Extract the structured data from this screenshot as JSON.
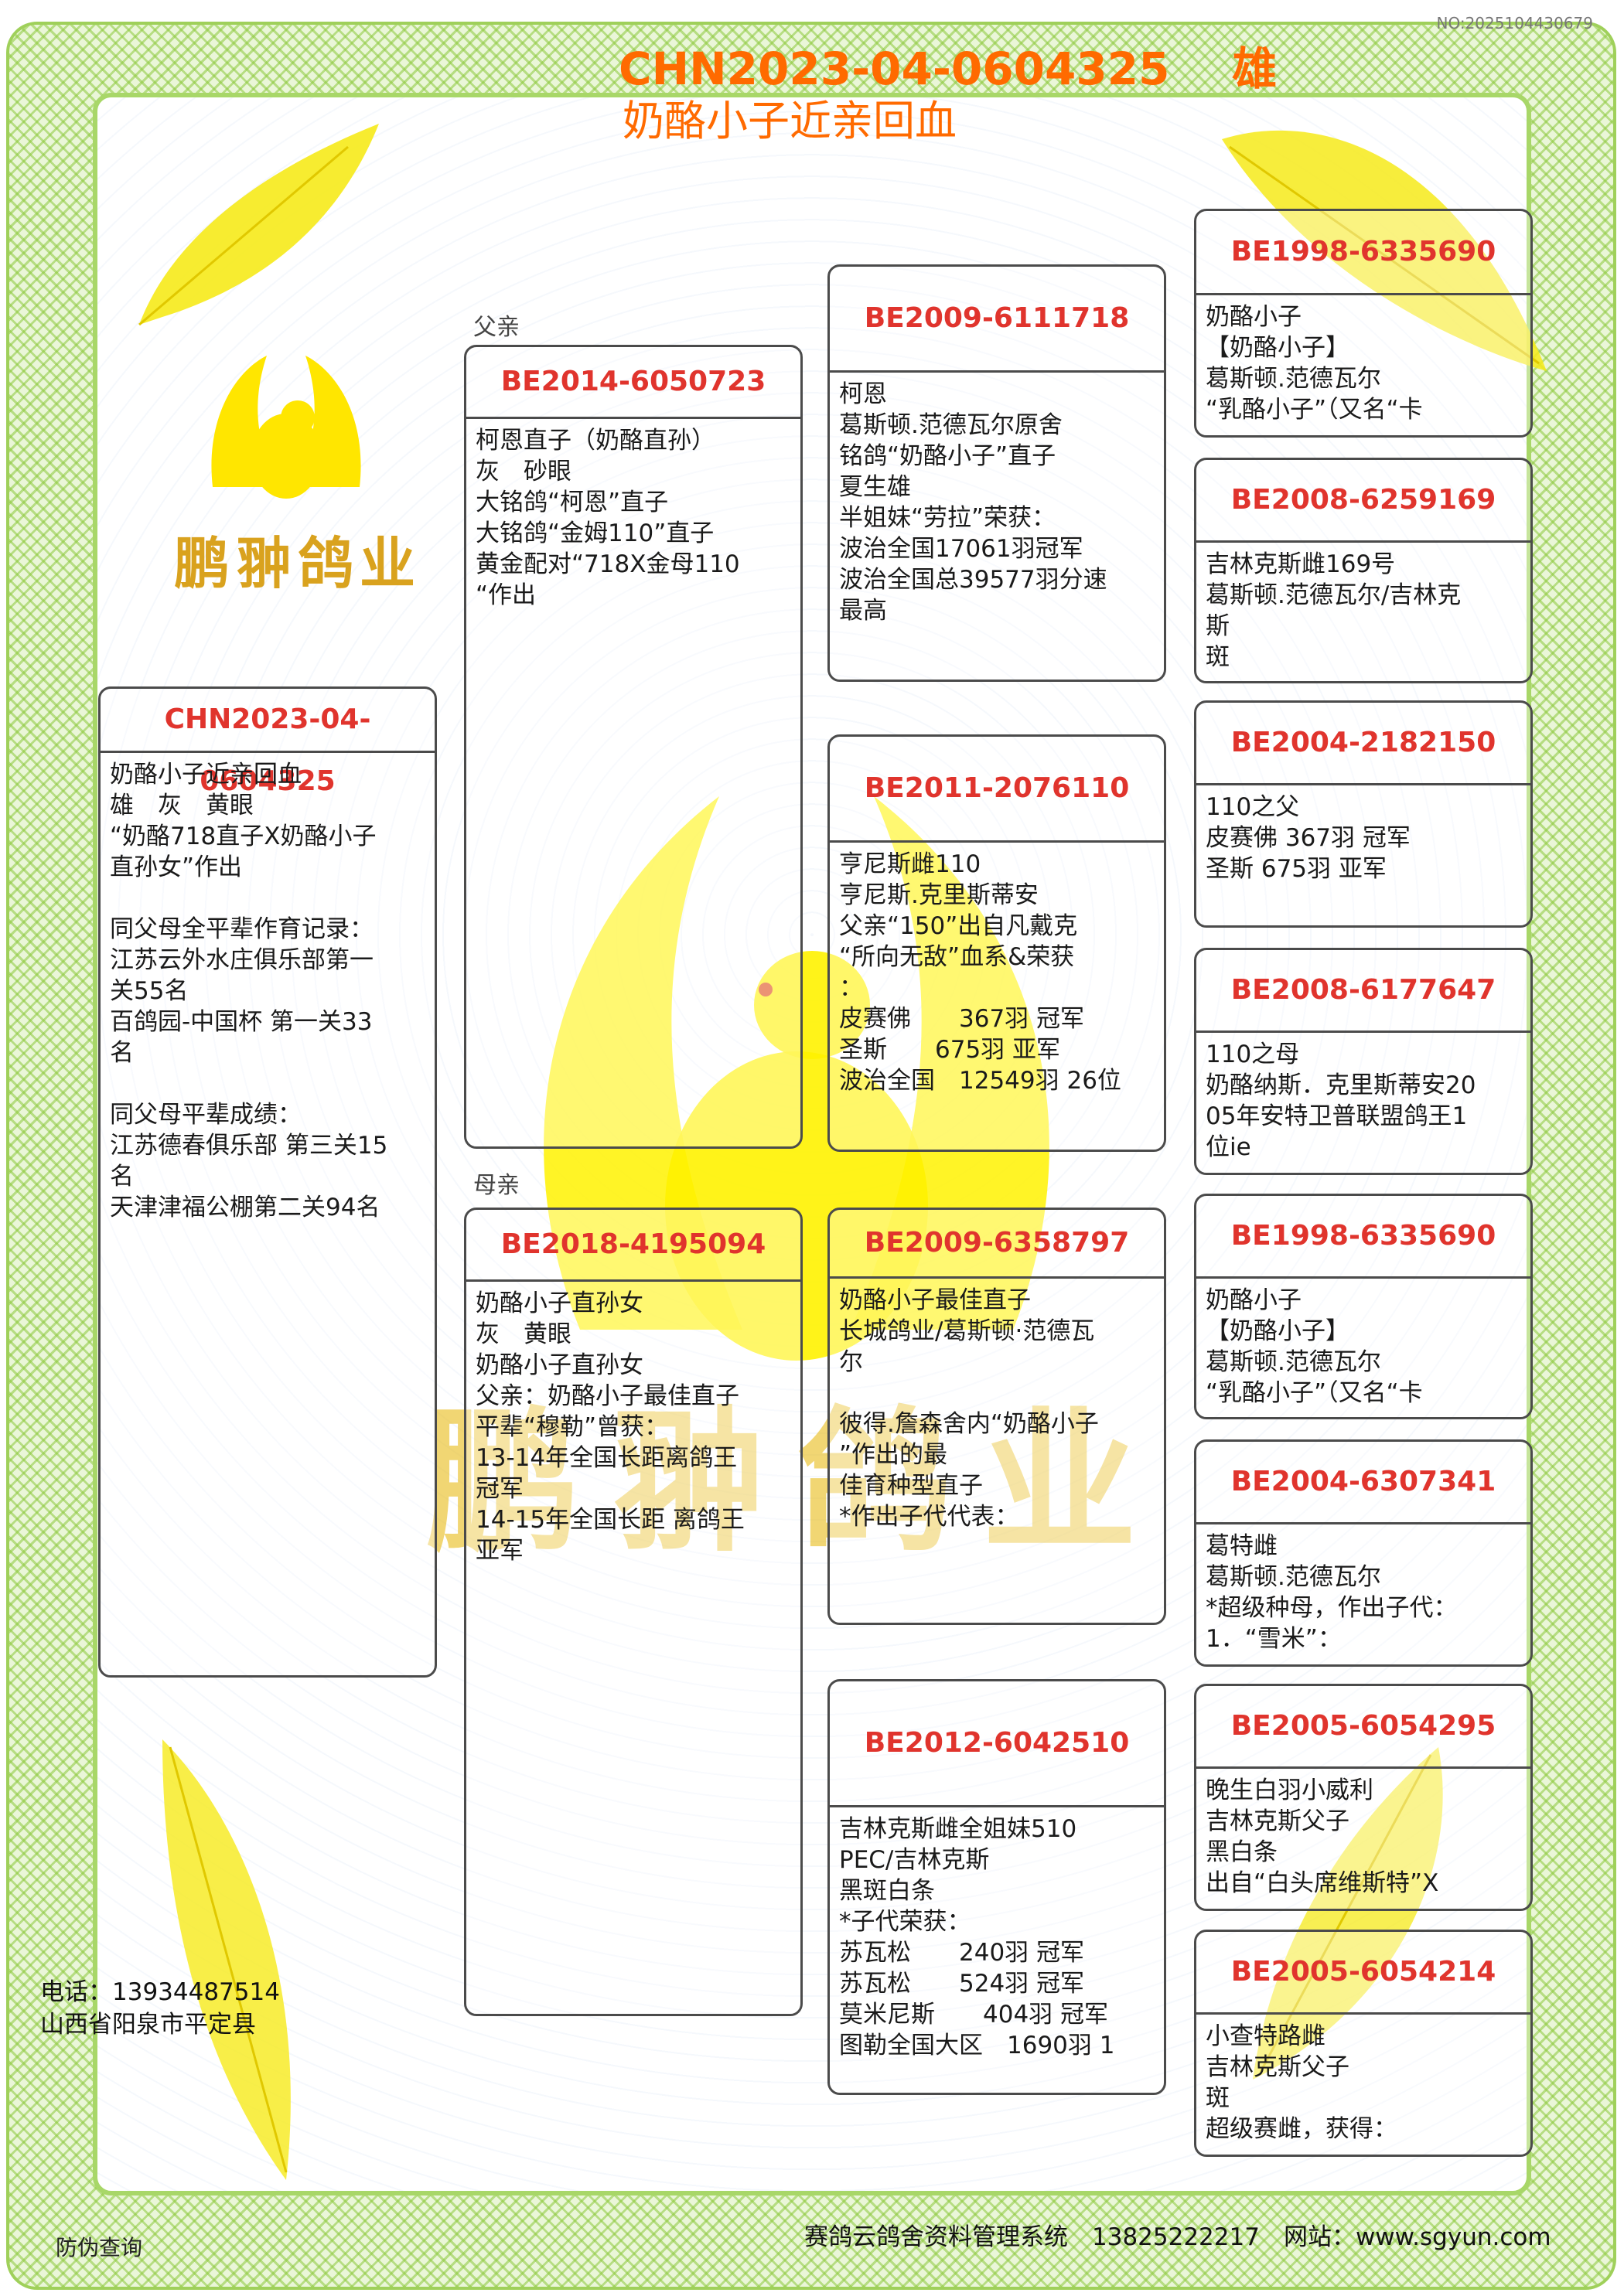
{
  "top_no": "NO:2025104430679",
  "header": {
    "title_line1": "CHN2023-04-0604325    雄",
    "title_line2": "奶酪小子近亲回血"
  },
  "labels": {
    "father": "父亲",
    "mother": "母亲"
  },
  "watermark": {
    "logo_text": "鹏翀鸽业",
    "big_text": "鹏翀鸽业"
  },
  "colors": {
    "ring": "#e0342d",
    "title": "#ff6a00",
    "border": "#9fd05a",
    "watermark": "#f5e600"
  },
  "subject": {
    "ring": "CHN2023-04-0604325",
    "text": "奶酪小子近亲回血\n雄　灰　黄眼\n“奶酪718直子X奶酪小子\n直孙女”作出\n\n同父母全平辈作育记录：\n江苏云外水庄俱乐部第一\n关55名\n百鸽园-中国杯 第一关33\n名\n\n同父母平辈成绩：\n江苏德春俱乐部 第三关15\n名\n天津津福公棚第二关94名"
  },
  "father": {
    "ring": "BE2014-6050723",
    "text": "柯恩直子（奶酪直孙）\n灰　砂眼\n大铭鸽“柯恩”直子\n大铭鸽“金姆110”直子\n黄金配对“718X金母110\n“作出"
  },
  "mother": {
    "ring": "BE2018-4195094",
    "text": "奶酪小子直孙女\n灰　黄眼\n奶酪小子直孙女\n父亲：奶酪小子最佳直子\n平辈“穆勒”曾获：\n13-14年全国长距离鸽王\n冠军\n14-15年全国长距 离鸽王\n亚军"
  },
  "ff": {
    "ring": "BE2009-6111718",
    "text": "柯恩\n葛斯顿.范德瓦尔原舍\n铭鸽“奶酪小子”直子\n夏生雄\n半姐妹“劳拉”荣获：\n波治全国17061羽冠军\n波治全国总39577羽分速\n最高"
  },
  "fm": {
    "ring": "BE2011-2076110",
    "text": "亨尼斯雌110\n亨尼斯.克里斯蒂安\n父亲“150”出自凡戴克\n“所向无敌”血系&荣获\n：\n皮赛佛　　367羽 冠军\n圣斯　　675羽 亚军\n波治全国　12549羽 26位"
  },
  "mf": {
    "ring": "BE2009-6358797",
    "text": "奶酪小子最佳直子\n长城鸽业/葛斯顿·范德瓦\n尔\n\n彼得.詹森舍内“奶酪小子\n”作出的最\n佳育种型直子\n*作出子代代表："
  },
  "mm": {
    "ring": "BE2012-6042510",
    "text": "吉林克斯雌全姐妹510\nPEC/吉林克斯\n黑斑白条\n*子代荣获：\n苏瓦松　　240羽 冠军\n苏瓦松　　524羽 冠军\n莫米尼斯　　404羽 冠军\n图勒全国大区　1690羽 1"
  },
  "g1": {
    "ring": "BE1998-6335690",
    "text": "奶酪小子\n【奶酪小子】\n葛斯顿.范德瓦尔\n“乳酪小子”（又名“卡"
  },
  "g2": {
    "ring": "BE2008-6259169",
    "text": "吉林克斯雌169号\n葛斯顿.范德瓦尔/吉林克\n斯\n斑"
  },
  "g3": {
    "ring": "BE2004-2182150",
    "text": "110之父\n皮赛佛 367羽 冠军\n圣斯 675羽 亚军"
  },
  "g4": {
    "ring": "BE2008-6177647",
    "text": "110之母\n奶酪纳斯．克里斯蒂安20\n05年安特卫普联盟鸽王1\n位ie"
  },
  "g5": {
    "ring": "BE1998-6335690",
    "text": "奶酪小子\n【奶酪小子】\n葛斯顿.范德瓦尔\n“乳酪小子”（又名“卡"
  },
  "g6": {
    "ring": "BE2004-6307341",
    "text": "葛特雌\n葛斯顿.范德瓦尔\n*超级种母，作出子代：\n1．“雪米”："
  },
  "g7": {
    "ring": "BE2005-6054295",
    "text": "晚生白羽小威利\n吉林克斯父子\n黑白条\n出自“白头席维斯特”X"
  },
  "g8": {
    "ring": "BE2005-6054214",
    "text": "小查特路雌\n吉林克斯父子\n斑\n超级赛雌，获得："
  },
  "contact": {
    "phone": "电话：13934487514",
    "address": "山西省阳泉市平定县"
  },
  "footer": {
    "left": "防伪查询",
    "right": "赛鸽云鸽舍资料管理系统　13825222217　网站：www.sgyun.com"
  }
}
